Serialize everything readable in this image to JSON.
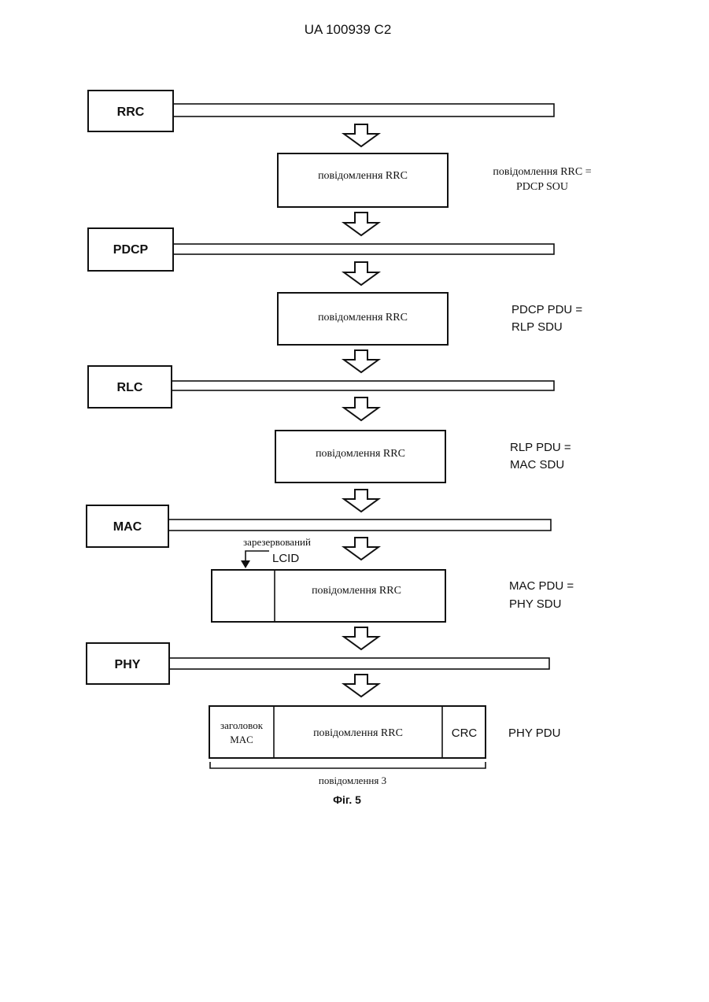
{
  "header": {
    "doc_id": "UA   100939   C2"
  },
  "layers": {
    "rrc": "RRC",
    "pdcp": "PDCP",
    "rlc": "RLC",
    "mac": "MAC",
    "phy": "PHY"
  },
  "packets": {
    "rrc_msg": "повідомлення RRC",
    "pdcp_msg": "повідомлення RRC",
    "rlc_msg": "повідомлення RRC",
    "mac_msg": "повідомлення RRC",
    "phy_msg": "повідомлення RRC",
    "reserved_label": "зарезервований",
    "lcid_label": "LCID",
    "mac_header_line1": "заголовок",
    "mac_header_line2": "MAC",
    "crc_label": "CRC"
  },
  "notes": {
    "rrc_line1": "повідомлення RRC =",
    "rrc_line2": "PDCP SOU",
    "pdcp_line1": "PDCP PDU =",
    "pdcp_line2": "RLP SDU",
    "rlc_line1": "RLP PDU =",
    "rlc_line2": "MAC SDU",
    "mac_line1": "MAC PDU =",
    "mac_line2": "PHY SDU",
    "phy_line1": "PHY PDU"
  },
  "caption": {
    "brace_label": "повідомлення 3",
    "figure": "Фіг. 5"
  }
}
